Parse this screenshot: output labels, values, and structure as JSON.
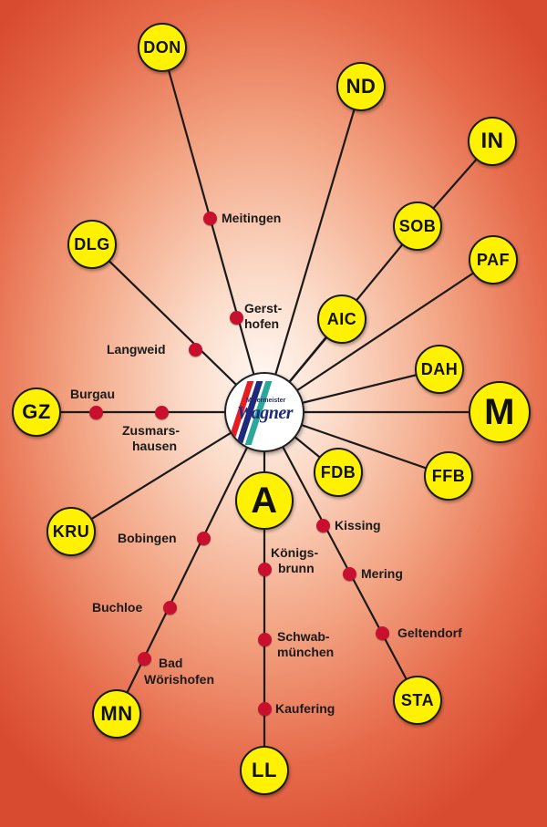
{
  "logo": {
    "line1": "Malermeister",
    "line2": "Wagner"
  },
  "nodes": {
    "don": "DON",
    "nd": "ND",
    "in": "IN",
    "sob": "SOB",
    "paf": "PAF",
    "aic": "AIC",
    "dah": "DAH",
    "m": "M",
    "ffb": "FFB",
    "fdb": "FDB",
    "a": "A",
    "sta": "STA",
    "ll": "LL",
    "mn": "MN",
    "kru": "KRU",
    "gz": "GZ",
    "dlg": "DLG"
  },
  "stops": {
    "meitingen": "Meitingen",
    "gersthofen_1": "Gerst-",
    "gersthofen_2": "hofen",
    "langweid": "Langweid",
    "burgau": "Burgau",
    "zusmarshausen_1": "Zusmars-",
    "zusmarshausen_2": "hausen",
    "bobingen": "Bobingen",
    "buchloe": "Buchloe",
    "bad_woerishofen_1": "Bad",
    "bad_woerishofen_2": "Wörishofen",
    "koenigsbrunn_1": "Königs-",
    "koenigsbrunn_2": "brunn",
    "schwabmuenchen_1": "Schwab-",
    "schwabmuenchen_2": "münchen",
    "kaufering": "Kaufering",
    "kissing": "Kissing",
    "mering": "Mering",
    "geltendorf": "Geltendorf"
  },
  "colors": {
    "node_fill": "#fff200",
    "stop_dot": "#c8102e",
    "line": "#1a1a1a"
  }
}
